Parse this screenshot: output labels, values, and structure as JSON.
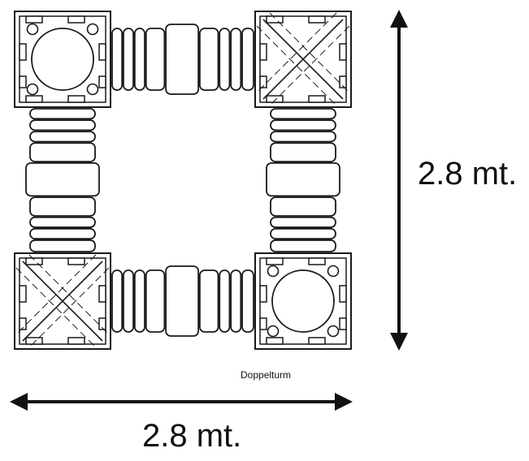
{
  "dimensions": {
    "vertical": "2.8 mt.",
    "horizontal": "2.8 mt."
  },
  "caption": "Doppelturm",
  "colors": {
    "line": "#1a1a1a",
    "background": "#ffffff"
  },
  "modules": [
    {
      "id": "top-left",
      "type": "round-platform"
    },
    {
      "id": "top-right",
      "type": "cross-platform"
    },
    {
      "id": "bottom-left",
      "type": "cross-platform"
    },
    {
      "id": "bottom-right",
      "type": "round-platform"
    }
  ],
  "connectors": [
    "top-bridge",
    "bottom-bridge",
    "left-bridge",
    "right-bridge"
  ]
}
